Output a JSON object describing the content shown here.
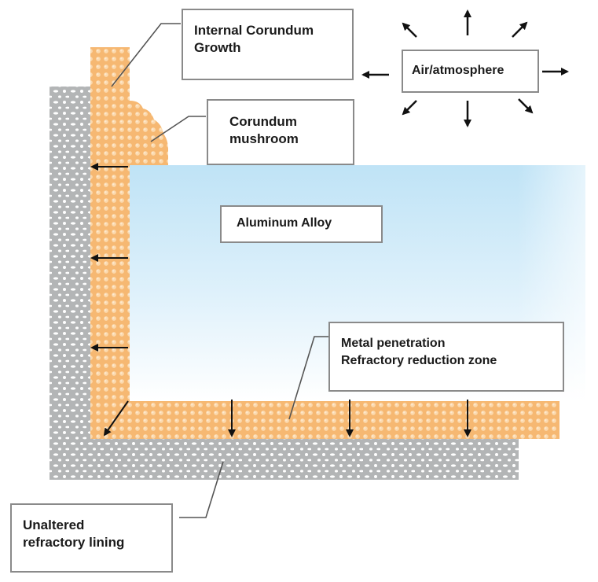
{
  "labels": {
    "internal_corundum_line1": "Internal Corundum",
    "internal_corundum_line2": "Growth",
    "corundum_mushroom_line1": "Corundum",
    "corundum_mushroom_line2": "mushroom",
    "air_atmosphere": "Air/atmosphere",
    "aluminum_alloy": "Aluminum Alloy",
    "metal_penetration_line1": "Metal penetration",
    "metal_penetration_line2": "Refractory reduction zone",
    "unaltered_line1": "Unaltered",
    "unaltered_line2": "refractory lining"
  },
  "colors": {
    "refractory_gray": "#b3b5b6",
    "reduction_orange": "#f6b872",
    "alloy_top": "#bfe3f6",
    "alloy_bottom": "#ffffff",
    "arrow": "#111111",
    "leader_line": "#555555",
    "box_border": "#8a8a8a"
  },
  "icons": [
    "arrow-up-icon",
    "arrow-down-icon",
    "arrow-left-icon",
    "arrow-right-icon",
    "arrow-up-left-icon",
    "arrow-up-right-icon",
    "arrow-down-left-icon",
    "arrow-down-right-icon"
  ]
}
